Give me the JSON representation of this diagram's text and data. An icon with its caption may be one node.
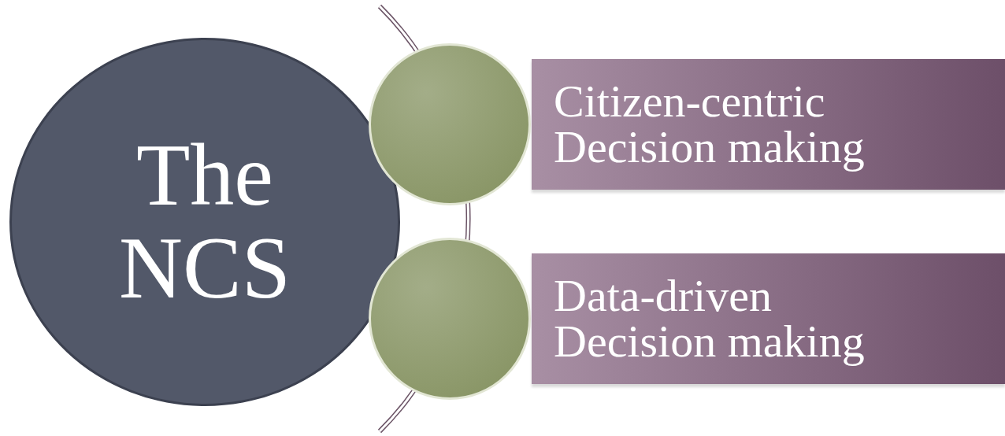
{
  "diagram": {
    "nodes": [
      {
        "text": [
          "The NCS"
        ]
      },
      {
        "text": [],
        "shape": "circle"
      },
      {
        "text": [
          "Citizen-centric Decision making"
        ]
      },
      {
        "text": [],
        "shape": "circle"
      },
      {
        "text": [
          "Data-driven Decision making"
        ]
      }
    ]
  }
}
